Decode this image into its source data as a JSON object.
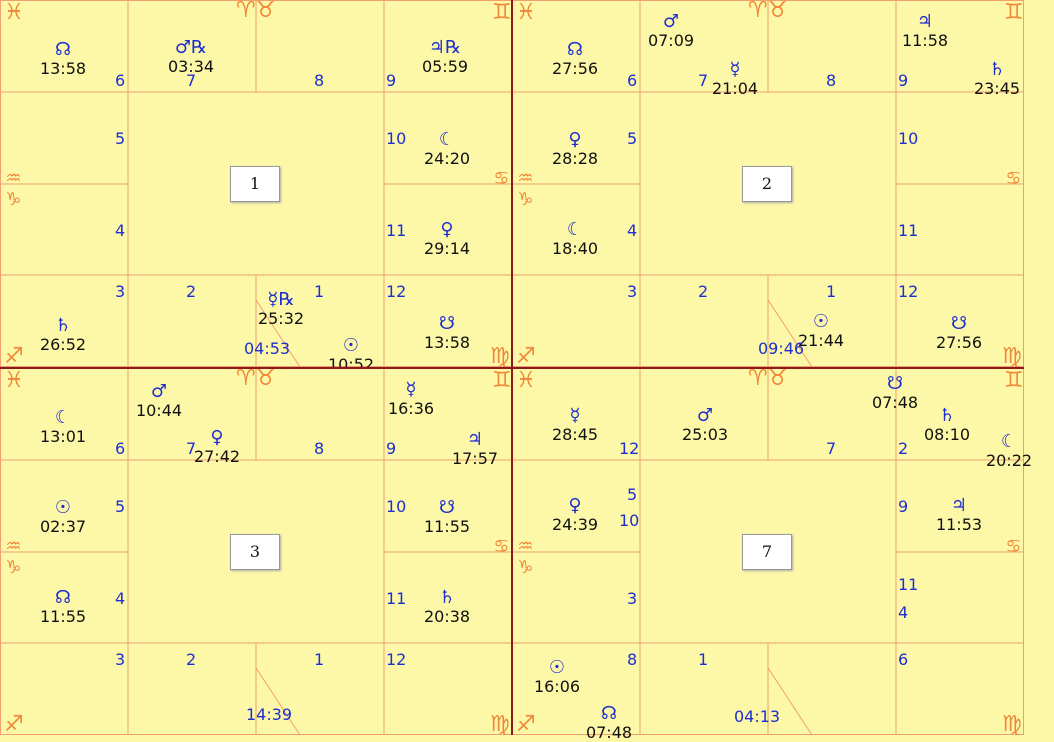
{
  "signs": {
    "top_left": "♓",
    "top_mid": "♈♉",
    "top_right": "♊",
    "mid_left": "♒♑",
    "mid_right": "♋",
    "bot_left": "♐",
    "bot_right": "♍"
  },
  "charts": [
    {
      "number": "1",
      "houses": {
        "h6": "6",
        "h7": "7",
        "h8": "8",
        "h9": "9",
        "h5": "5",
        "h10": "10",
        "h4": "4",
        "h11": "11",
        "h3": "3",
        "h2": "2",
        "h1": "1",
        "h12": "12"
      },
      "planets": [
        {
          "glyph": "☊",
          "degree": "13:58"
        },
        {
          "glyph": "♂℞",
          "degree": "03:34"
        },
        {
          "glyph": "♃℞",
          "degree": "05:59"
        },
        {
          "glyph": "☾",
          "degree": "24:20"
        },
        {
          "glyph": "♀",
          "degree": "29:14"
        },
        {
          "glyph": "♄",
          "degree": "26:52"
        },
        {
          "glyph": "☿℞",
          "degree": "25:32"
        },
        {
          "glyph": "☉",
          "degree": "10:52"
        },
        {
          "glyph": "☋",
          "degree": "13:58"
        }
      ],
      "ascendant": "04:53"
    },
    {
      "number": "2",
      "houses": {
        "h6": "6",
        "h7": "7",
        "h8": "8",
        "h9": "9",
        "h5": "5",
        "h10": "10",
        "h4": "4",
        "h11": "11",
        "h3": "3",
        "h2": "2",
        "h1": "1",
        "h12": "12"
      },
      "planets": [
        {
          "glyph": "☊",
          "degree": "27:56"
        },
        {
          "glyph": "♂",
          "degree": "07:09"
        },
        {
          "glyph": "☿",
          "degree": "21:04"
        },
        {
          "glyph": "♃",
          "degree": "11:58"
        },
        {
          "glyph": "♄",
          "degree": "23:45"
        },
        {
          "glyph": "♀",
          "degree": "28:28"
        },
        {
          "glyph": "☾",
          "degree": "18:40"
        },
        {
          "glyph": "☉",
          "degree": "21:44"
        },
        {
          "glyph": "☋",
          "degree": "27:56"
        }
      ],
      "ascendant": "09:46"
    },
    {
      "number": "3",
      "houses": {
        "h6": "6",
        "h7": "7",
        "h8": "8",
        "h9": "9",
        "h5": "5",
        "h10": "10",
        "h4": "4",
        "h11": "11",
        "h3": "3",
        "h2": "2",
        "h1": "1",
        "h12": "12"
      },
      "planets": [
        {
          "glyph": "☾",
          "degree": "13:01"
        },
        {
          "glyph": "♂",
          "degree": "10:44"
        },
        {
          "glyph": "♀",
          "degree": "27:42"
        },
        {
          "glyph": "☿",
          "degree": "16:36"
        },
        {
          "glyph": "♃",
          "degree": "17:57"
        },
        {
          "glyph": "☉",
          "degree": "02:37"
        },
        {
          "glyph": "☊",
          "degree": "11:55"
        },
        {
          "glyph": "☋",
          "degree": "11:55"
        },
        {
          "glyph": "♄",
          "degree": "20:38"
        }
      ],
      "ascendant": "14:39"
    },
    {
      "number": "7",
      "houses": {
        "h12": "12",
        "h7": "7",
        "h2": "2",
        "h5": "5",
        "h10": "10",
        "h9": "9",
        "h3": "3",
        "h11": "11",
        "h4": "4",
        "h8": "8",
        "h1": "1",
        "h6": "6"
      },
      "planets": [
        {
          "glyph": "☿",
          "degree": "28:45"
        },
        {
          "glyph": "♂",
          "degree": "25:03"
        },
        {
          "glyph": "☋",
          "degree": "07:48"
        },
        {
          "glyph": "♄",
          "degree": "08:10"
        },
        {
          "glyph": "☾",
          "degree": "20:22"
        },
        {
          "glyph": "♀",
          "degree": "24:39"
        },
        {
          "glyph": "♃",
          "degree": "11:53"
        },
        {
          "glyph": "☉",
          "degree": "16:06"
        },
        {
          "glyph": "☊",
          "degree": "07:48"
        }
      ],
      "ascendant": "04:13"
    }
  ]
}
